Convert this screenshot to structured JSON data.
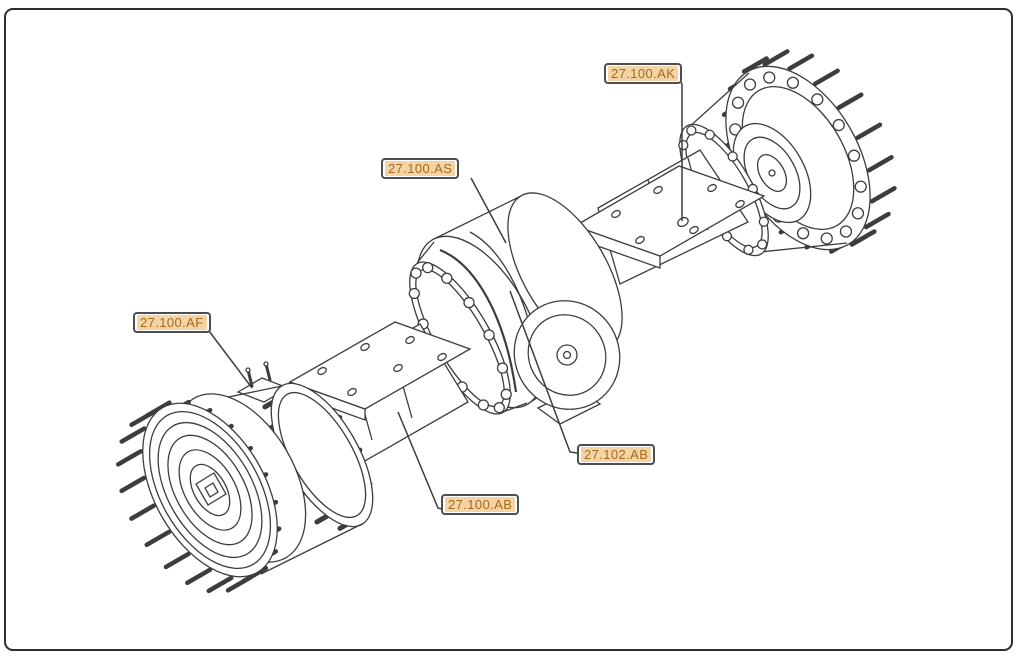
{
  "page": {
    "background": "#ffffff",
    "frame_border_color": "#2e2e2e"
  },
  "diagram": {
    "kind": "technical parts line drawing",
    "subject": "drive axle assembly with planetary wheel hubs and central differential housing",
    "callout_style": {
      "text_color": "#aa6a18",
      "highlight_color": "#f2d4a6",
      "border_color": "#4d4d4d"
    },
    "callouts": [
      {
        "code": "27.100.AK"
      },
      {
        "code": "27.100.AS"
      },
      {
        "code": "27.100.AF"
      },
      {
        "code": "27.102.AB"
      },
      {
        "code": "27.100.AB"
      }
    ]
  }
}
